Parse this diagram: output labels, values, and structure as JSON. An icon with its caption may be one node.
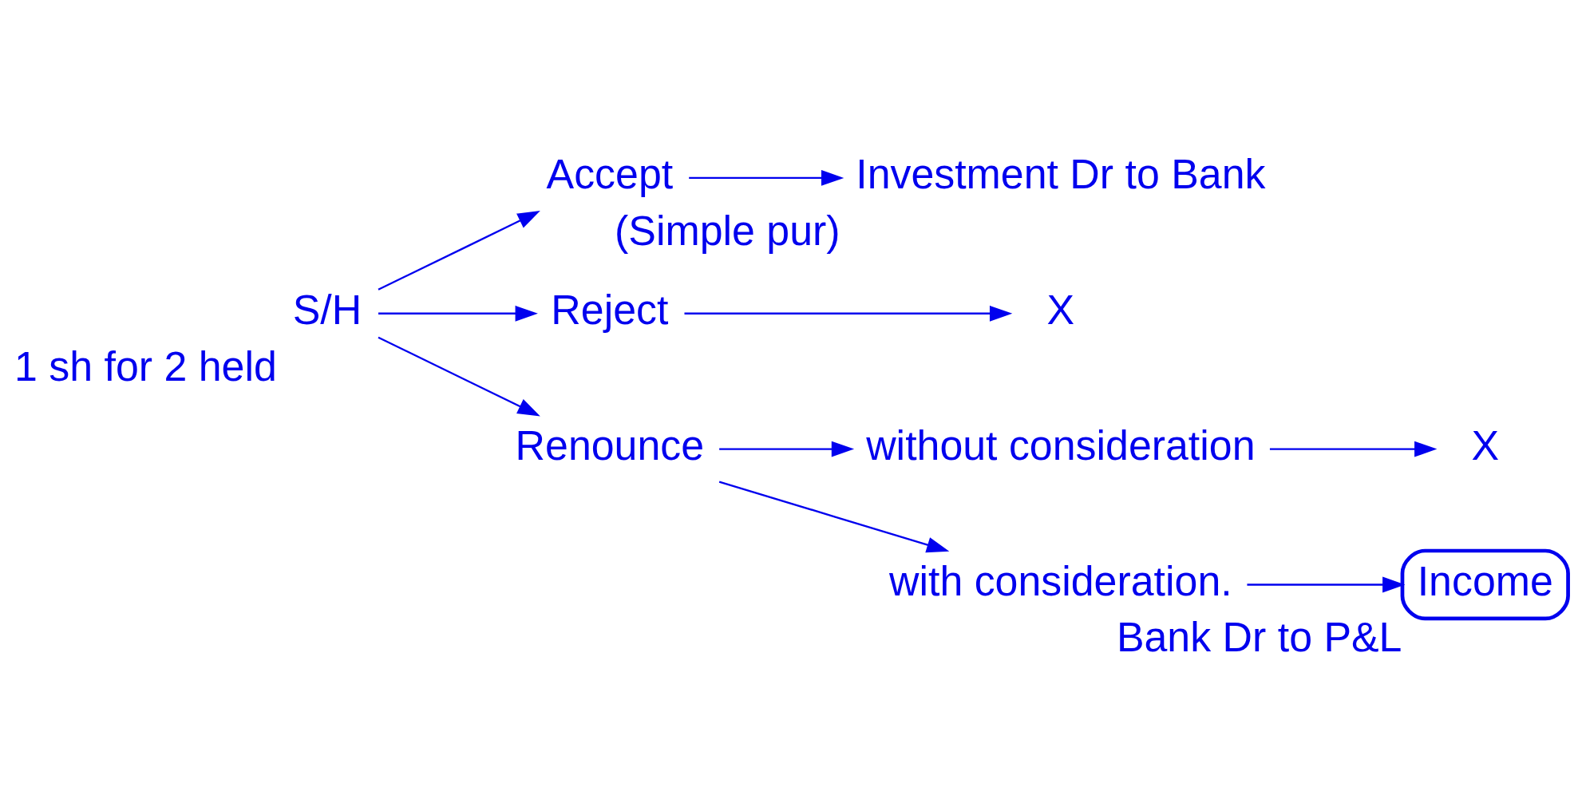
{
  "diagram": {
    "nodes": [
      {
        "text": [
          "S/H"
        ],
        "beside": [
          "1 sh for 2 held"
        ]
      },
      {
        "text": [
          "Accept"
        ]
      },
      {
        "text": [
          "Investment Dr to Bank"
        ],
        "beside": [
          "(Simple pur)"
        ]
      },
      {
        "text": [
          "Reject"
        ]
      },
      {
        "text": [
          "X"
        ]
      },
      {
        "text": [
          "Renounce"
        ]
      },
      {
        "text": [
          "without consideration"
        ]
      },
      {
        "text": [
          "X"
        ]
      },
      {
        "text": [
          "with consideration."
        ]
      },
      {
        "text": [
          "Income"
        ],
        "beside": [
          "Bank Dr to P&L"
        ]
      }
    ],
    "edges": [
      {
        "from": 0,
        "to": 1,
        "arrow": "to"
      },
      {
        "from": 0,
        "to": 3,
        "arrow": "to"
      },
      {
        "from": 0,
        "to": 5,
        "arrow": "to"
      },
      {
        "from": 1,
        "to": 2,
        "arrow": "to"
      },
      {
        "from": 3,
        "to": 4,
        "arrow": "to"
      },
      {
        "from": 5,
        "to": 6,
        "arrow": "to"
      },
      {
        "from": 5,
        "to": 8,
        "arrow": "to"
      },
      {
        "from": 6,
        "to": 7,
        "arrow": "to"
      },
      {
        "from": 8,
        "to": 9,
        "arrow": "to"
      }
    ]
  }
}
